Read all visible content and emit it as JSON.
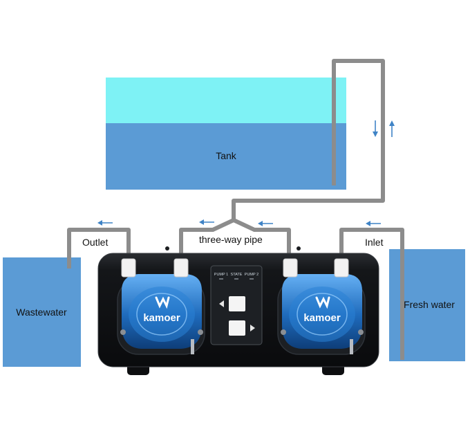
{
  "labels": {
    "tank": "Tank",
    "outlet": "Outlet",
    "three_way_pipe": "three-way pipe",
    "inlet": "Inlet",
    "wastewater": "Wastewater",
    "fresh_water": "Fresh water"
  },
  "pump": {
    "brand_left": "kamoer",
    "brand_right": "kamoer",
    "panel_labels": [
      "PUMP 1",
      "STATE",
      "PUMP 2"
    ]
  },
  "colors": {
    "water_light": "#7ef2f5",
    "water": "#5b9bd5",
    "pipe": "#8c8c8c",
    "arrow": "#3f83c6",
    "pump_body": "#121417",
    "pump_head": "#2a82d6"
  }
}
